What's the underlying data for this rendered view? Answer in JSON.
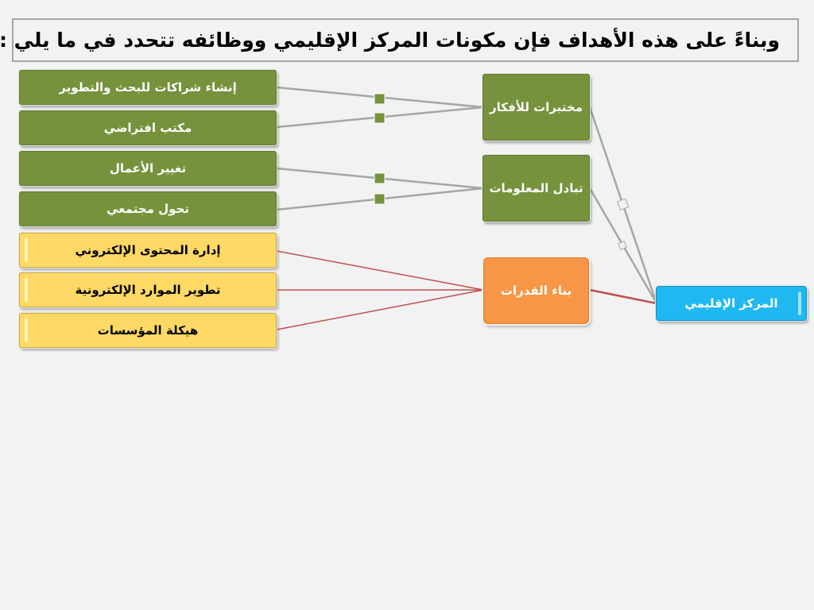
{
  "title": "وبناءً على هذه الأهداف فإن مكونات المركز الإقليمي ووظائفه تتحدد في ما يلي :",
  "nodes": {
    "partnerships": "إنشاء شراكات للبحث والتطوير",
    "virtual_office": "مكتب افتراضي",
    "business_change": "تغيير الأعمال",
    "community_shift": "تحول مجتمعي",
    "content_mgmt": "إدارة المحتوى الإلكتروني",
    "resources_dev": "تطوير الموارد الإلكترونية",
    "institutions": "هيكلة المؤسسات",
    "idea_labs": "مختبرات للأفكار",
    "info_exchange": "تبادل المعلومات",
    "capacity": "بناء القدرات",
    "regional_center": "المركز الإقليمي"
  },
  "colors": {
    "green": "#76923c",
    "yellow": "#ffd966",
    "orange": "#f79646",
    "blue": "#1fb8f0",
    "gray_link": "#a6a6a6",
    "red_link": "#c0504d"
  }
}
